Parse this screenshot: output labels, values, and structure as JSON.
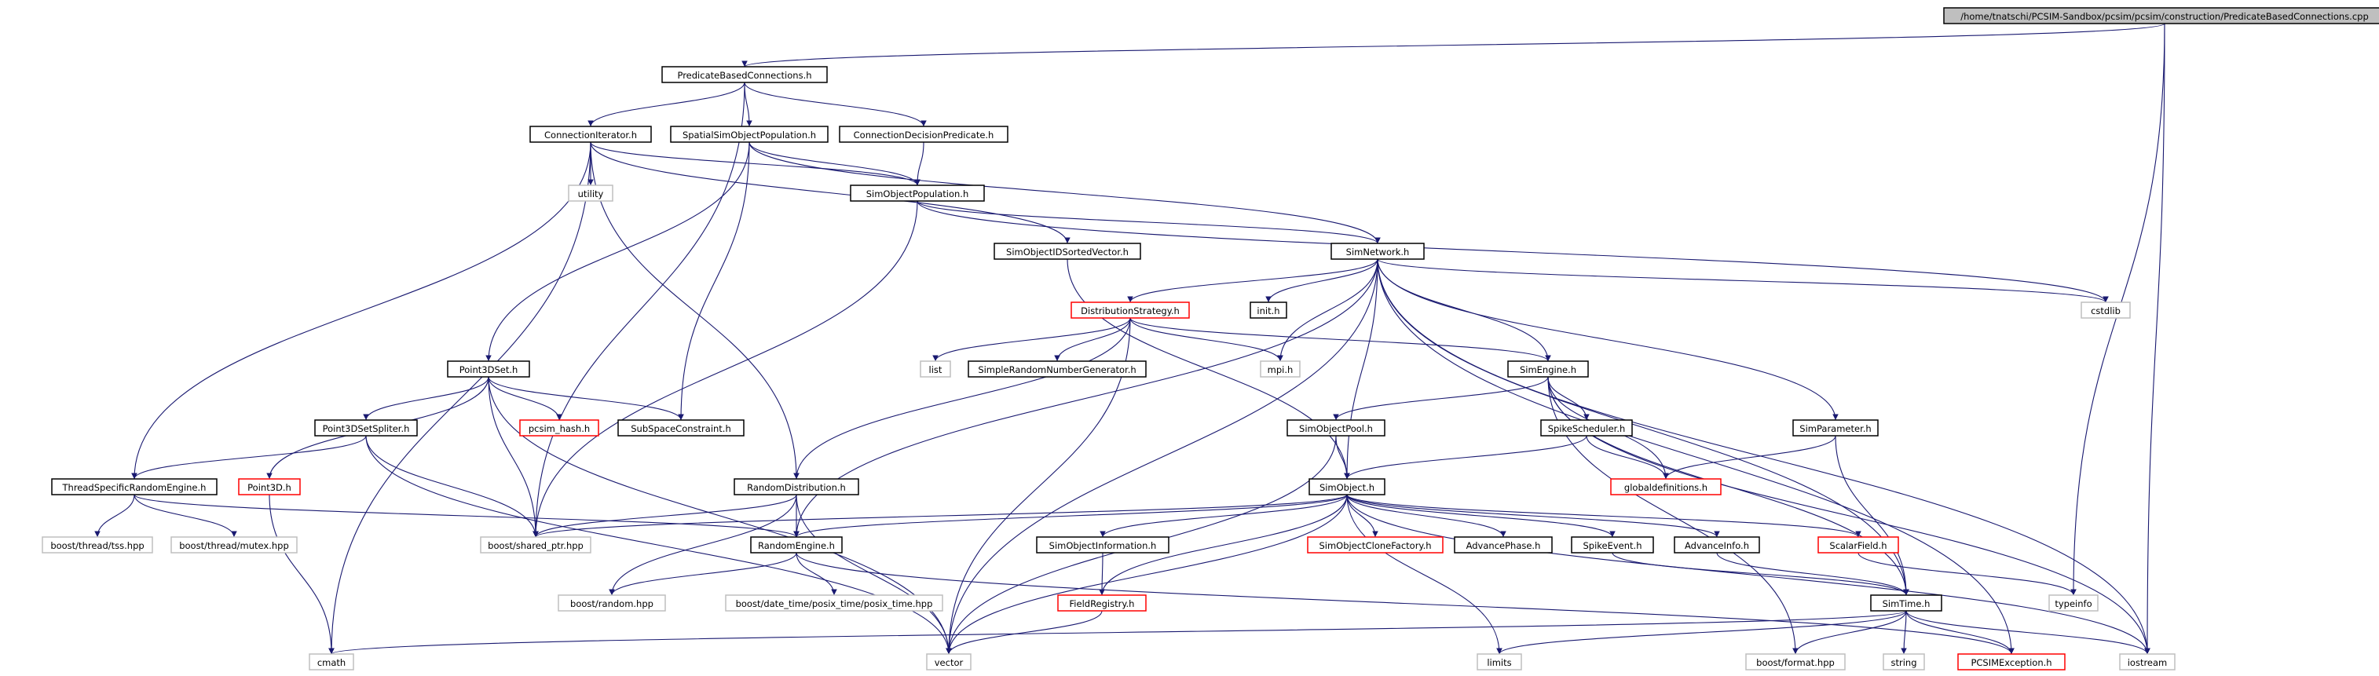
{
  "colors": {
    "edge": "#191970",
    "box_border": "#000000",
    "missing_border": "#bfbfbf",
    "unresolved_border": "#ff0000",
    "root_fill": "#bfbfbf",
    "fill": "#ffffff"
  },
  "nodes": [
    {
      "id": "root",
      "label": "/home/tnatschi/PCSIM-Sandbox/pcsim/pcsim/construction/PredicateBasedConnections.cpp",
      "style": "root"
    },
    {
      "id": "pbc",
      "label": "PredicateBasedConnections.h",
      "style": "normal"
    },
    {
      "id": "conniter",
      "label": "ConnectionIterator.h",
      "style": "normal"
    },
    {
      "id": "sspop",
      "label": "SpatialSimObjectPopulation.h",
      "style": "normal"
    },
    {
      "id": "cdp",
      "label": "ConnectionDecisionPredicate.h",
      "style": "normal"
    },
    {
      "id": "utility",
      "label": "utility",
      "style": "missing"
    },
    {
      "id": "simobjpop",
      "label": "SimObjectPopulation.h",
      "style": "normal"
    },
    {
      "id": "sidsv",
      "label": "SimObjectIDSortedVector.h",
      "style": "normal"
    },
    {
      "id": "simnet",
      "label": "SimNetwork.h",
      "style": "normal"
    },
    {
      "id": "diststrat",
      "label": "DistributionStrategy.h",
      "style": "red"
    },
    {
      "id": "init",
      "label": "init.h",
      "style": "normal"
    },
    {
      "id": "cstdlib",
      "label": "cstdlib",
      "style": "missing"
    },
    {
      "id": "list",
      "label": "list",
      "style": "missing"
    },
    {
      "id": "simplerng",
      "label": "SimpleRandomNumberGenerator.h",
      "style": "normal"
    },
    {
      "id": "mpi",
      "label": "mpi.h",
      "style": "missing"
    },
    {
      "id": "simengine",
      "label": "SimEngine.h",
      "style": "normal"
    },
    {
      "id": "p3dset",
      "label": "Point3DSet.h",
      "style": "normal"
    },
    {
      "id": "pcsimhash",
      "label": "pcsim_hash.h",
      "style": "red"
    },
    {
      "id": "subspace",
      "label": "SubSpaceConstraint.h",
      "style": "normal"
    },
    {
      "id": "p3dspliter",
      "label": "Point3DSetSpliter.h",
      "style": "normal"
    },
    {
      "id": "simobjpool",
      "label": "SimObjectPool.h",
      "style": "normal"
    },
    {
      "id": "spikesched",
      "label": "SpikeScheduler.h",
      "style": "normal"
    },
    {
      "id": "simparam",
      "label": "SimParameter.h",
      "style": "normal"
    },
    {
      "id": "tsre",
      "label": "ThreadSpecificRandomEngine.h",
      "style": "normal"
    },
    {
      "id": "point3d",
      "label": "Point3D.h",
      "style": "red"
    },
    {
      "id": "randdist",
      "label": "RandomDistribution.h",
      "style": "normal"
    },
    {
      "id": "simobject",
      "label": "SimObject.h",
      "style": "normal"
    },
    {
      "id": "globaldefs",
      "label": "globaldefinitions.h",
      "style": "red"
    },
    {
      "id": "tss",
      "label": "boost/thread/tss.hpp",
      "style": "missing"
    },
    {
      "id": "mutex",
      "label": "boost/thread/mutex.hpp",
      "style": "missing"
    },
    {
      "id": "sharedptr",
      "label": "boost/shared_ptr.hpp",
      "style": "missing"
    },
    {
      "id": "randengine",
      "label": "RandomEngine.h",
      "style": "normal"
    },
    {
      "id": "simobjinfo",
      "label": "SimObjectInformation.h",
      "style": "normal"
    },
    {
      "id": "socf",
      "label": "SimObjectCloneFactory.h",
      "style": "red"
    },
    {
      "id": "advphase",
      "label": "AdvancePhase.h",
      "style": "normal"
    },
    {
      "id": "spikeevent",
      "label": "SpikeEvent.h",
      "style": "normal"
    },
    {
      "id": "advinfo",
      "label": "AdvanceInfo.h",
      "style": "normal"
    },
    {
      "id": "scalarfield",
      "label": "ScalarField.h",
      "style": "red"
    },
    {
      "id": "brandom",
      "label": "boost/random.hpp",
      "style": "missing"
    },
    {
      "id": "posixtime",
      "label": "boost/date_time/posix_time/posix_time.hpp",
      "style": "missing"
    },
    {
      "id": "fieldreg",
      "label": "FieldRegistry.h",
      "style": "red"
    },
    {
      "id": "simtime",
      "label": "SimTime.h",
      "style": "normal"
    },
    {
      "id": "typeinfo",
      "label": "typeinfo",
      "style": "missing"
    },
    {
      "id": "cmath",
      "label": "cmath",
      "style": "missing"
    },
    {
      "id": "vector",
      "label": "vector",
      "style": "missing"
    },
    {
      "id": "limits",
      "label": "limits",
      "style": "missing"
    },
    {
      "id": "bformat",
      "label": "boost/format.hpp",
      "style": "missing"
    },
    {
      "id": "string",
      "label": "string",
      "style": "missing"
    },
    {
      "id": "pcsimexc",
      "label": "PCSIMException.h",
      "style": "red"
    },
    {
      "id": "iostream",
      "label": "iostream",
      "style": "missing"
    }
  ],
  "edges": [
    [
      "root",
      "pbc"
    ],
    [
      "root",
      "typeinfo"
    ],
    [
      "root",
      "iostream"
    ],
    [
      "pbc",
      "conniter"
    ],
    [
      "pbc",
      "sspop"
    ],
    [
      "pbc",
      "cdp"
    ],
    [
      "pbc",
      "sharedptr"
    ],
    [
      "conniter",
      "utility"
    ],
    [
      "conniter",
      "simobjpop"
    ],
    [
      "conniter",
      "sidsv"
    ],
    [
      "conniter",
      "tsre"
    ],
    [
      "conniter",
      "randdist"
    ],
    [
      "conniter",
      "cmath"
    ],
    [
      "sspop",
      "simobjpop"
    ],
    [
      "sspop",
      "p3dset"
    ],
    [
      "sspop",
      "subspace"
    ],
    [
      "sspop",
      "simnet"
    ],
    [
      "cdp",
      "simobjpop"
    ],
    [
      "simobjpop",
      "simnet"
    ],
    [
      "simobjpop",
      "sharedptr"
    ],
    [
      "simobjpop",
      "cstdlib"
    ],
    [
      "sidsv",
      "simobject"
    ],
    [
      "simnet",
      "diststrat"
    ],
    [
      "simnet",
      "init"
    ],
    [
      "simnet",
      "cstdlib"
    ],
    [
      "simnet",
      "mpi"
    ],
    [
      "simnet",
      "simengine"
    ],
    [
      "simnet",
      "simparam"
    ],
    [
      "simnet",
      "simobject"
    ],
    [
      "simnet",
      "randengine"
    ],
    [
      "simnet",
      "vector"
    ],
    [
      "simnet",
      "pcsimexc"
    ],
    [
      "simnet",
      "iostream"
    ],
    [
      "simnet",
      "simtime"
    ],
    [
      "diststrat",
      "list"
    ],
    [
      "diststrat",
      "simplerng"
    ],
    [
      "diststrat",
      "mpi"
    ],
    [
      "diststrat",
      "simengine"
    ],
    [
      "diststrat",
      "randdist"
    ],
    [
      "diststrat",
      "vector"
    ],
    [
      "simengine",
      "simobjpool"
    ],
    [
      "simengine",
      "spikesched"
    ],
    [
      "simengine",
      "globaldefs"
    ],
    [
      "simengine",
      "simtime"
    ],
    [
      "simengine",
      "iostream"
    ],
    [
      "simengine",
      "bformat"
    ],
    [
      "p3dset",
      "p3dspliter"
    ],
    [
      "p3dset",
      "pcsimhash"
    ],
    [
      "p3dset",
      "subspace"
    ],
    [
      "p3dset",
      "point3d"
    ],
    [
      "p3dset",
      "sharedptr"
    ],
    [
      "p3dset",
      "vector"
    ],
    [
      "p3dspliter",
      "tsre"
    ],
    [
      "p3dspliter",
      "sharedptr"
    ],
    [
      "p3dspliter",
      "vector"
    ],
    [
      "simobjpool",
      "simobject"
    ],
    [
      "simobjpool",
      "vector"
    ],
    [
      "spikesched",
      "simobject"
    ],
    [
      "spikesched",
      "globaldefs"
    ],
    [
      "simparam",
      "globaldefs"
    ],
    [
      "simparam",
      "simtime"
    ],
    [
      "tsre",
      "tss"
    ],
    [
      "tsre",
      "mutex"
    ],
    [
      "tsre",
      "randengine"
    ],
    [
      "point3d",
      "cmath"
    ],
    [
      "randdist",
      "randengine"
    ],
    [
      "randdist",
      "brandom"
    ],
    [
      "randdist",
      "sharedptr"
    ],
    [
      "randdist",
      "vector"
    ],
    [
      "simobject",
      "sharedptr"
    ],
    [
      "simobject",
      "randengine"
    ],
    [
      "simobject",
      "simobjinfo"
    ],
    [
      "simobject",
      "socf"
    ],
    [
      "simobject",
      "advphase"
    ],
    [
      "simobject",
      "spikeevent"
    ],
    [
      "simobject",
      "advinfo"
    ],
    [
      "simobject",
      "scalarfield"
    ],
    [
      "simobject",
      "fieldreg"
    ],
    [
      "simobject",
      "vector"
    ],
    [
      "simobject",
      "limits"
    ],
    [
      "simobject",
      "iostream"
    ],
    [
      "randengine",
      "brandom"
    ],
    [
      "randengine",
      "posixtime"
    ],
    [
      "randengine",
      "pcsimexc"
    ],
    [
      "simobjinfo",
      "fieldreg"
    ],
    [
      "advinfo",
      "simtime"
    ],
    [
      "spikeevent",
      "simtime"
    ],
    [
      "scalarfield",
      "typeinfo"
    ],
    [
      "fieldreg",
      "vector"
    ],
    [
      "simtime",
      "cmath"
    ],
    [
      "simtime",
      "limits"
    ],
    [
      "simtime",
      "bformat"
    ],
    [
      "simtime",
      "string"
    ],
    [
      "simtime",
      "iostream"
    ],
    [
      "simtime",
      "pcsimexc"
    ]
  ]
}
